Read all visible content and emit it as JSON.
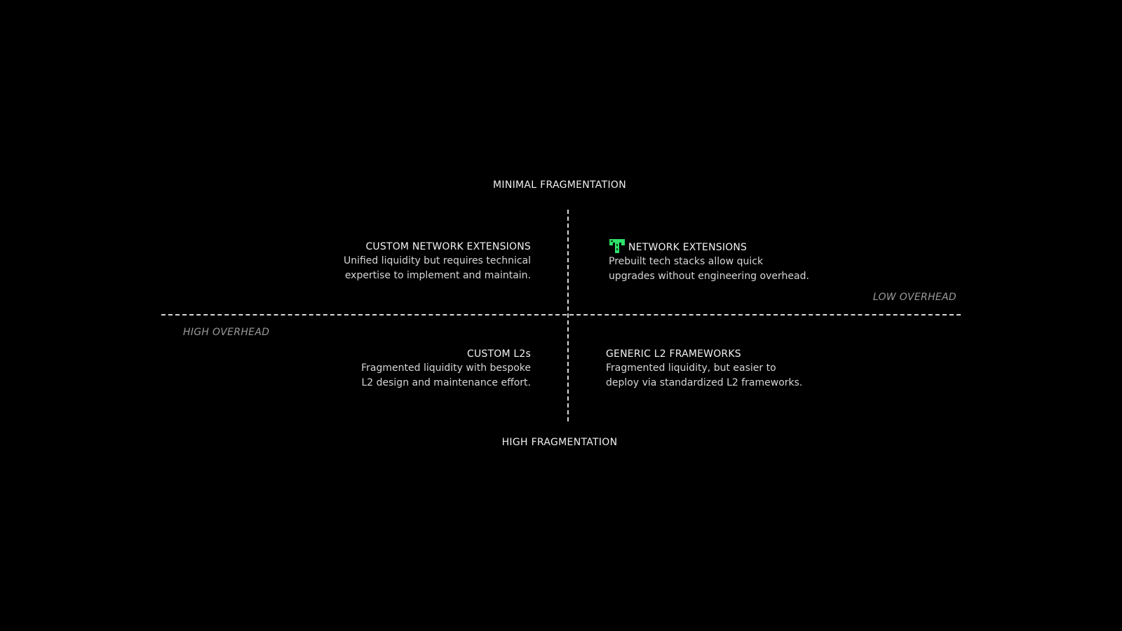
{
  "axes": {
    "top": "MINIMAL FRAGMENTATION",
    "bottom": "HIGH FRAGMENTATION",
    "left": "HIGH OVERHEAD",
    "right": "LOW OVERHEAD"
  },
  "quadrants": {
    "top_left": {
      "title": "CUSTOM NETWORK EXTENSIONS",
      "lines": [
        "Unified liquidity but requires technical",
        "expertise to implement and maintain."
      ]
    },
    "top_right": {
      "icon": "brand-logo-icon",
      "title": "NETWORK EXTENSIONS",
      "lines": [
        "Prebuilt tech stacks allow quick",
        "upgrades without engineering overhead."
      ]
    },
    "bottom_left": {
      "title": "CUSTOM L2s",
      "lines": [
        "Fragmented liquidity with bespoke",
        "L2 design and maintenance effort."
      ]
    },
    "bottom_right": {
      "title": "GENERIC L2 FRAMEWORKS",
      "lines": [
        "Fragmented liquidity, but easier to",
        "deploy via standardized L2 frameworks."
      ]
    }
  },
  "colors": {
    "background": "#000000",
    "accent": "#2ee06a",
    "text": "#f0f0f0",
    "muted": "#9a9a9a"
  }
}
